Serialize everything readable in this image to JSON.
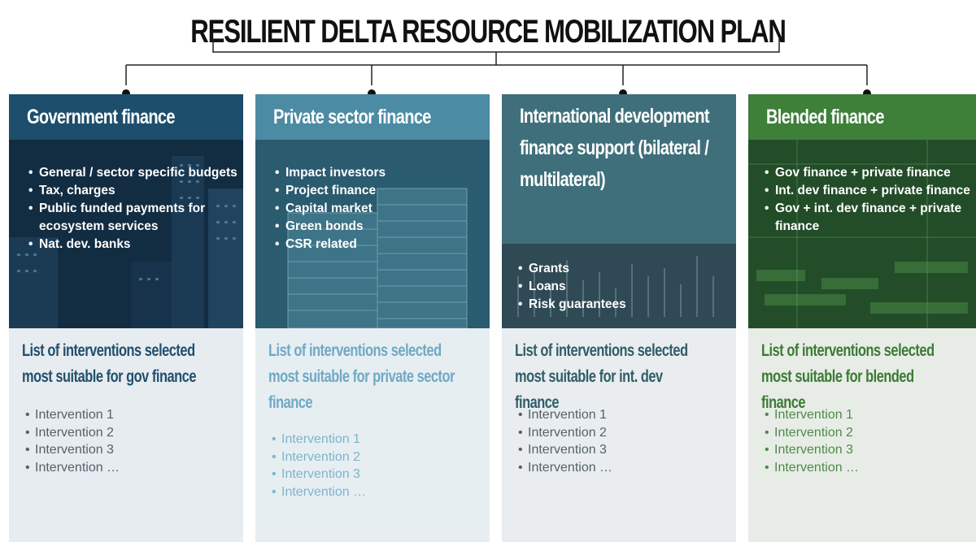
{
  "title": "RESILIENT DELTA RESOURCE MOBILIZATION PLAN",
  "columns": [
    {
      "heading": "Government finance",
      "bullets": [
        "General / sector specific budgets",
        "Tax, charges",
        "Public funded payments for ecosystem  services",
        "Nat. dev. banks"
      ],
      "subtitle": "List of interventions selected most suitable for gov finance",
      "interventions": [
        "Intervention 1",
        "Intervention 2",
        "Intervention 3",
        "Intervention …"
      ],
      "color": "#1d4e6c"
    },
    {
      "heading": "Private sector finance",
      "bullets": [
        "Impact  investors",
        "Project  finance",
        "Capital market",
        "Green bonds",
        "CSR related"
      ],
      "subtitle": "List of interventions selected most suitable for private sector finance",
      "interventions": [
        "Intervention 1",
        "Intervention 2",
        "Intervention 3",
        "Intervention …"
      ],
      "color": "#4b8ba3"
    },
    {
      "heading": "International development finance support (bilateral / multilateral)",
      "bullets": [
        "Grants",
        "Loans",
        "Risk guarantees"
      ],
      "subtitle": "List of interventions selected most suitable for int. dev finance",
      "interventions": [
        "Intervention 1",
        "Intervention 2",
        "Intervention 3",
        "Intervention …"
      ],
      "color": "#3f6f7a"
    },
    {
      "heading": "Blended finance",
      "bullets": [
        "Gov finance +  private finance",
        "Int. dev finance +  private finance",
        "Gov + int. dev  finance + private finance"
      ],
      "subtitle": "List of interventions selected most suitable for blended finance",
      "interventions": [
        "Intervention 1",
        "Intervention 2",
        "Intervention 3",
        "Intervention …"
      ],
      "color": "#3e7f3a"
    }
  ]
}
